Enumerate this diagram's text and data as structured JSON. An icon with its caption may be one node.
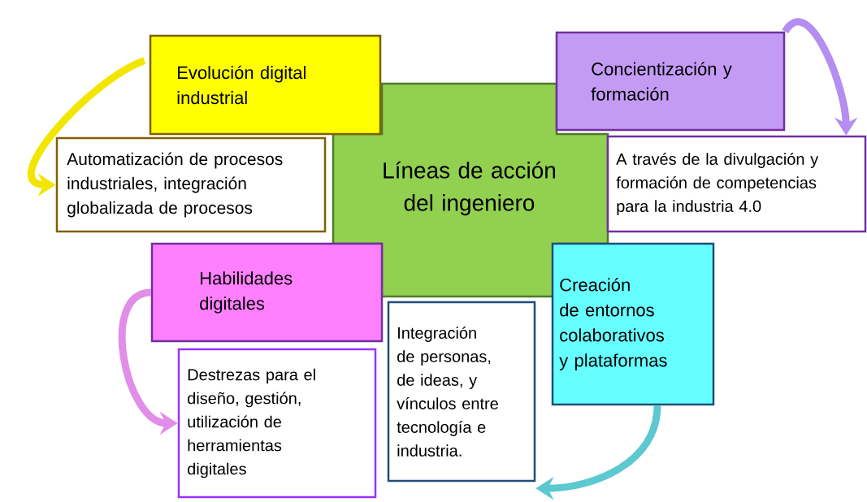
{
  "diagram": {
    "nodes": [
      {
        "text": [
          "Evolución digital industrial"
        ]
      },
      {
        "text": [
          "Automatización de procesos industriales, integración globalizada de procesos"
        ]
      },
      {
        "text": [
          "Líneas de acción del ingeniero"
        ]
      },
      {
        "text": [
          "Concientización y formación"
        ]
      },
      {
        "text": [
          "A través de la divulgación y formación de competencias para la industria 4.0"
        ]
      },
      {
        "text": [
          "Habilidades digitales"
        ]
      },
      {
        "text": [
          "Destrezas para el diseño, gestión, utilización de herramientas digitales"
        ]
      },
      {
        "text": [
          "Integración de personas, de ideas, y vínculos entre tecnología e industria."
        ]
      },
      {
        "text": [
          "Creación de entornos colaborativos y plataformas"
        ]
      }
    ],
    "edges": [
      {
        "from": 0,
        "to": 1,
        "arrow": "to",
        "color": "#f2e600"
      },
      {
        "from": 3,
        "to": 4,
        "arrow": "to",
        "color": "#b48ef0"
      },
      {
        "from": 5,
        "to": 6,
        "arrow": "to",
        "color": "#e08ee8"
      },
      {
        "from": 8,
        "to": 7,
        "arrow": "to",
        "color": "#5cc8d0"
      }
    ]
  }
}
